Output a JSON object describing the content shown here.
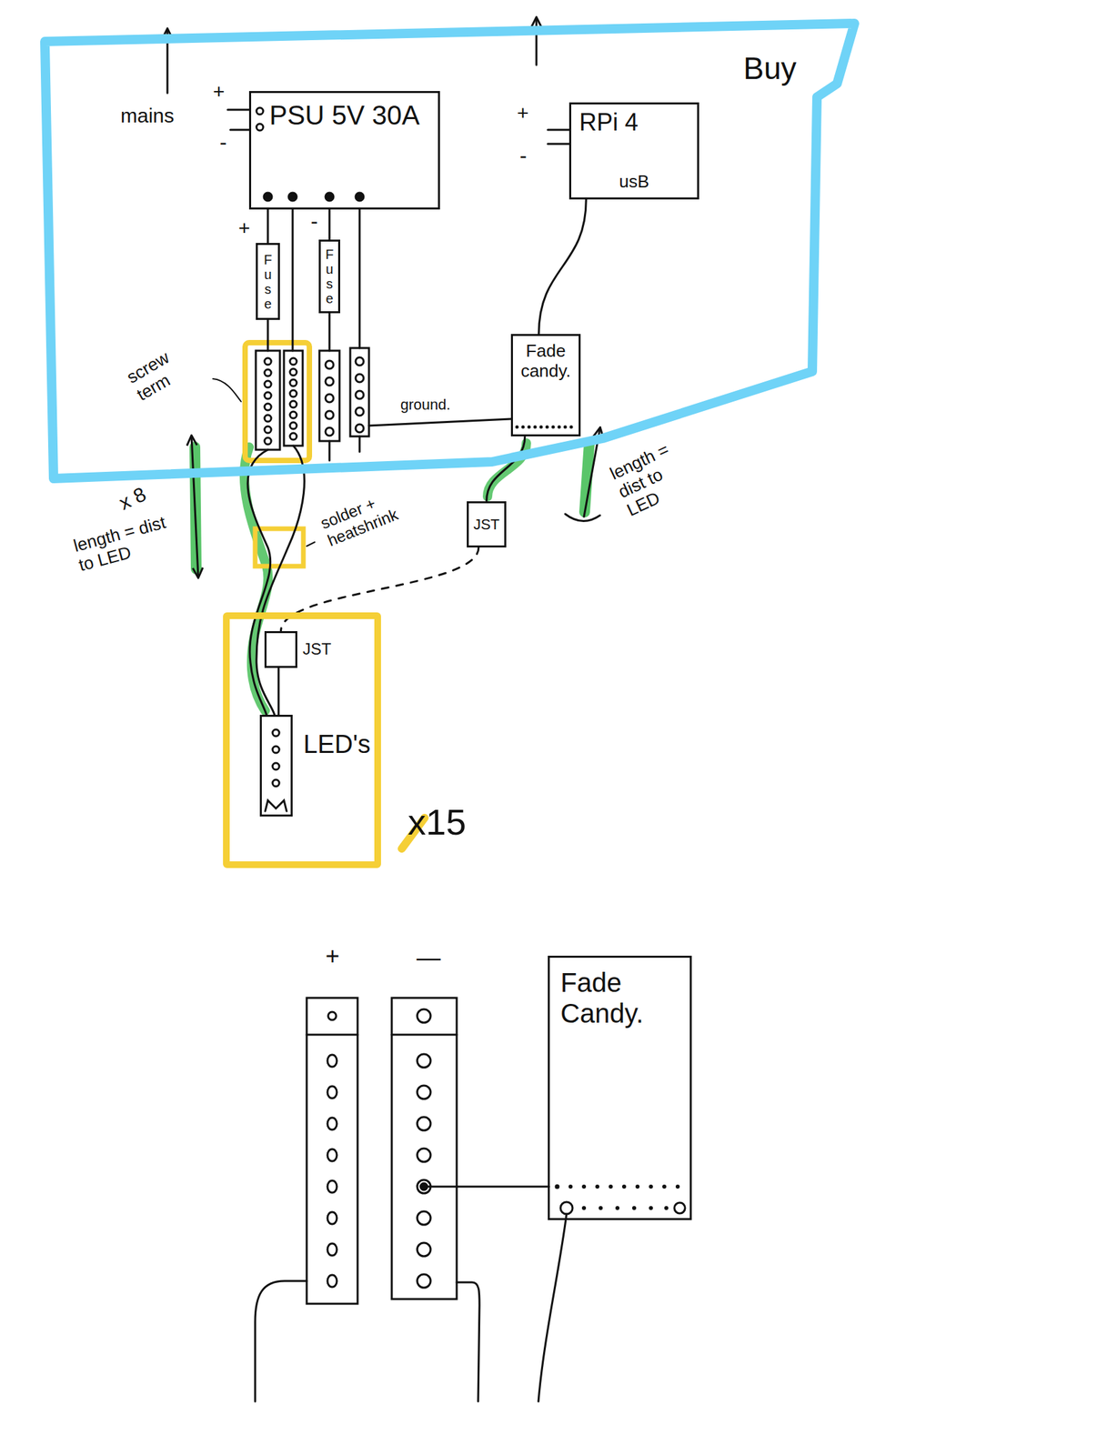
{
  "diagram": {
    "nodes": [
      {
        "text": [
          "Buy"
        ]
      },
      {
        "text": [
          "PSU 5V 30A"
        ],
        "in": 0
      },
      {
        "text": [
          "RPi 4",
          "usB"
        ],
        "in": 0
      },
      {
        "text": [
          "Fuse"
        ],
        "in": 0
      },
      {
        "text": [
          "Fuse"
        ],
        "in": 0
      },
      {
        "text": [
          "Fade candy."
        ],
        "in": 0
      },
      {
        "text": [
          "JST"
        ]
      },
      {
        "text": [
          "x15"
        ]
      },
      {
        "text": [
          "JST"
        ],
        "in": 7
      },
      {
        "text": [
          "LED's"
        ],
        "in": 7
      },
      {
        "text": [
          "Fade Candy."
        ]
      }
    ],
    "edges": [
      {
        "from": 1,
        "to": 3,
        "arrow": "none"
      },
      {
        "from": 1,
        "to": 4,
        "arrow": "none"
      },
      {
        "from": 2,
        "to": 5,
        "arrow": "none"
      },
      {
        "from": 5,
        "to": 6,
        "arrow": "none"
      },
      {
        "from": 6,
        "to": 8,
        "arrow": "none"
      },
      {
        "from": 8,
        "to": 9,
        "arrow": "none"
      }
    ],
    "labels": [
      "mains",
      "+",
      "-",
      "+",
      "-",
      "+",
      "-",
      "screw term",
      "ground.",
      "x 8",
      "length = dist to LED",
      "solder + heatshrink",
      "length = dist to LED",
      "+",
      "—"
    ]
  }
}
